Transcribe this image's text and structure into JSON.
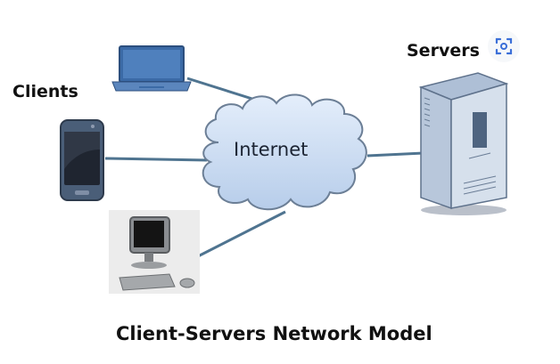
{
  "diagram": {
    "title": "Client-Servers Network Model",
    "clients_label": "Clients",
    "servers_label": "Servers",
    "cloud_label": "Internet",
    "clients": [
      {
        "type": "laptop"
      },
      {
        "type": "smartphone"
      },
      {
        "type": "desktop-computer"
      }
    ],
    "server": {
      "type": "tower-server"
    },
    "connections": [
      {
        "from": "laptop",
        "to": "Internet"
      },
      {
        "from": "smartphone",
        "to": "Internet"
      },
      {
        "from": "desktop-computer",
        "to": "Internet"
      },
      {
        "from": "Internet",
        "to": "tower-server"
      }
    ],
    "colors": {
      "line": "#4f7490",
      "cloud_fill": "#cfe0f5",
      "cloud_stroke": "#6c7f96",
      "device_blue": "#3f6ea8",
      "server_body": "#c9d6e6"
    },
    "overlay_icon": "visual-search-lens-icon"
  }
}
